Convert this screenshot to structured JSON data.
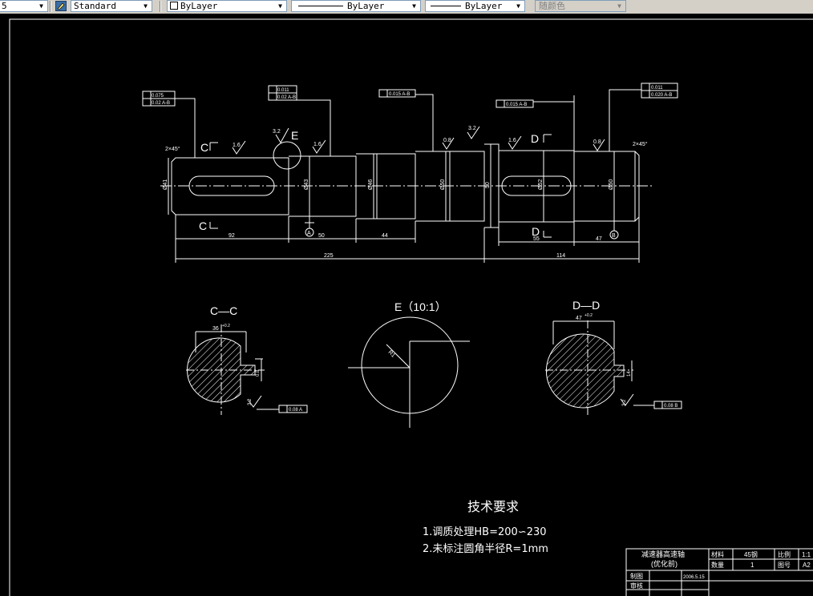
{
  "toolbar": {
    "textstyle_value": "Standard",
    "layer_value": "ByLayer",
    "linetype_value": "ByLayer",
    "lineweight_value": "ByLayer",
    "plotstyle_value": "随颜色"
  },
  "drawing": {
    "main_view": {
      "section_marks": {
        "c_top": "C",
        "c_bottom": "C",
        "d_top": "D",
        "d_bottom": "D",
        "e_detail": "E"
      },
      "chamfers": {
        "left": "2×45°",
        "right": "2×45°"
      },
      "roughness": [
        "1.6",
        "3.2",
        "1.6",
        "0.8",
        "3.2",
        "1.6",
        "0.8"
      ],
      "diameters": [
        "Ø41",
        "Ø43",
        "Ø46",
        "Ø50",
        "50",
        "Ø52",
        "Ø50"
      ],
      "datums": {
        "a": "A",
        "b": "B"
      },
      "lengths": {
        "d92": "92",
        "d50": "50",
        "d44": "44",
        "d55": "55",
        "d47": "47",
        "d225": "225",
        "d114": "114"
      },
      "tolerance_frames": {
        "f1_row1": "0.075",
        "f1_row2": "0.02 A-B",
        "f2_row1": "0.011",
        "f2_row2": "0.02 A-B",
        "f3": "0.015 A-B",
        "f4": "0.015 A-B",
        "f5_row1": "0.011",
        "f5_row2": "0.020 A-B"
      }
    },
    "section_cc": {
      "title": "C—C",
      "width_dim": "36",
      "width_tol": "+0.2",
      "depth_dim": "0.8",
      "roughness": "3.2",
      "tolerance": "0.08 A"
    },
    "detail_e": {
      "title": "E（10:1）",
      "radius": "R1"
    },
    "section_dd": {
      "title": "D—D",
      "width_dim": "47",
      "width_tol": "+0.2",
      "depth_dim": "14",
      "roughness": "3.2",
      "tolerance": "0.08 B"
    },
    "tech_requirements": {
      "title": "技术要求",
      "items": [
        "1.调质处理HB=200∽230",
        "2.未标注圆角半径R=1mm"
      ]
    },
    "title_block": {
      "part_name_line1": "减速器高速轴",
      "part_name_line2": "(优化前)",
      "material_label": "材料",
      "material_value": "45钢",
      "scale_label": "比例",
      "scale_value": "1:1",
      "quantity_label": "数量",
      "quantity_value": "1",
      "drawing_no_label": "图号",
      "drawing_no_value": "A2",
      "drawn_label": "制图",
      "drawn_date": "2006.5.15",
      "checked_label": "审核"
    }
  }
}
